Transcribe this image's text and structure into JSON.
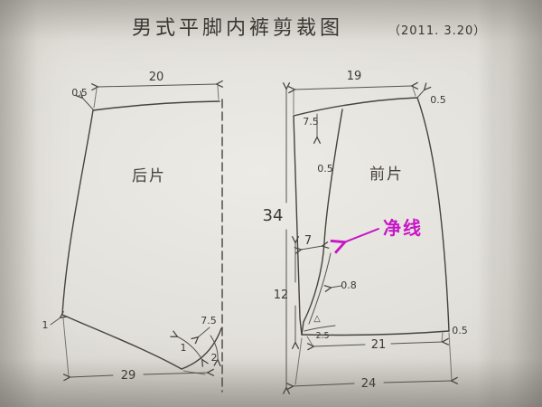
{
  "title": {
    "main": "男式平脚内裤剪裁图",
    "date": "（2011. 3.20）"
  },
  "back_piece": {
    "label": "后片",
    "top_width": "20",
    "top_rise": "0.5",
    "bottom_width": "29",
    "leg_curve_depth": "7.5",
    "hem_mark_1": "1",
    "hem_mark_2": "2",
    "side_mark": "1"
  },
  "front_piece": {
    "label": "前片",
    "top_width": "19",
    "front_drop": "7.5",
    "top_right_rise": "0.5",
    "seam_offset": "0.5",
    "crotch_width": "7",
    "curve_gap": "0.8",
    "crotch_mark": "△",
    "crotch_hem": "2.5",
    "hem_inner": "21",
    "hem_total": "24",
    "hem_right_drop": "0.5"
  },
  "center": {
    "total_height": "34",
    "lower_height": "12"
  },
  "annotation": {
    "net_line": "净线",
    "net_line_color": "#c715c7"
  }
}
